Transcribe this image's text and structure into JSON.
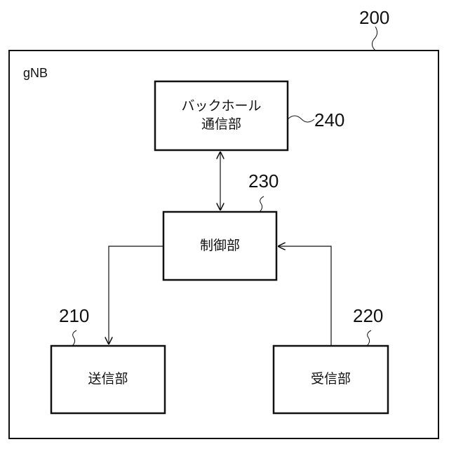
{
  "system_ref": "200",
  "system_label": "gNB",
  "blocks": {
    "backhaul": {
      "ref": "240",
      "line1": "バックホール",
      "line2": "通信部"
    },
    "control": {
      "ref": "230",
      "label": "制御部"
    },
    "transmitter": {
      "ref": "210",
      "label": "送信部"
    },
    "receiver": {
      "ref": "220",
      "label": "受信部"
    }
  },
  "colors": {
    "stroke": "#111111",
    "background": "#ffffff"
  }
}
